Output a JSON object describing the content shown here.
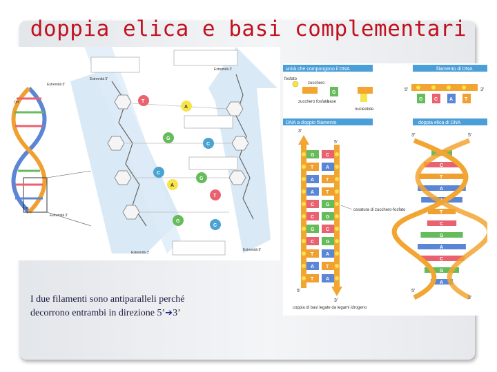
{
  "slide": {
    "title": "doppia elica e basi complementari",
    "caption_line1": "I due filamenti sono antiparalleli perché",
    "caption_line2_prefix": "decorrono entrambi in direzione 5’",
    "caption_line2_suffix": "3’"
  },
  "left_figure": {
    "labels": {
      "estremita_top_left": "Estremità 5'",
      "estremita_top_right": "Estremità 3'",
      "estremita_bottom_left": "Estremità 3'",
      "estremita_bottom_right": "Estremità 5'",
      "end_5_top": "Estremità 5'",
      "end_3_bottom": "Estremità 3'",
      "oh_top": "OH",
      "oh_bottom": "OH"
    },
    "bases": [
      "T",
      "A",
      "G",
      "C",
      "C",
      "G",
      "A",
      "T",
      "G",
      "C"
    ]
  },
  "right_figure": {
    "header_units": "unità che compongono il DNA",
    "header_filament": "filamento di DNA",
    "label_phosphate": "fosfato",
    "label_sugar": "zucchero",
    "label_sugar_phosphate": "zucchero fosfato",
    "label_base": "base",
    "label_nucleotide": "nucleotide",
    "header_double_filament": "DNA a doppio filamento",
    "header_double_helix": "doppia elica di DNA",
    "label_backbone": "ossatura di zucchero-fosfato",
    "label_base_pair": "coppia di basi legate da legami idrogeno",
    "end_5": "5'",
    "end_3": "3'",
    "filament_bases": [
      "G",
      "C",
      "A",
      "T"
    ],
    "ladder_left": [
      "G",
      "T",
      "A",
      "A",
      "C",
      "C",
      "G",
      "C",
      "T",
      "A",
      "T"
    ],
    "ladder_right": [
      "C",
      "A",
      "T",
      "T",
      "G",
      "G",
      "C",
      "G",
      "A",
      "T",
      "A"
    ],
    "helix_bases": [
      "G",
      "C",
      "T",
      "A",
      "A",
      "T",
      "C",
      "G",
      "A",
      "C",
      "G",
      "A"
    ],
    "colors": {
      "backbone": "#f2a531",
      "phosphate": "#f7e34a",
      "G": "#66bb5a",
      "C": "#e8626f",
      "A": "#5b86d6",
      "T": "#f0a030",
      "panel_header": "#4a9fd8"
    }
  }
}
